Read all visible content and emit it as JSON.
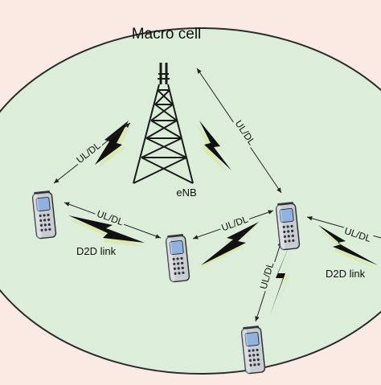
{
  "diagram": {
    "title": "Macro cell",
    "base_station_label": "eNB",
    "links": [
      {
        "label": "UL/DL"
      },
      {
        "label": "UL/DL"
      },
      {
        "label": "UL/DL"
      },
      {
        "label": "UL/DL"
      },
      {
        "label": "UL/DL"
      },
      {
        "label": "UL/DL"
      }
    ],
    "d2d_labels": [
      "D2D link",
      "D2D link"
    ],
    "colors": {
      "background": "#fbe9e4",
      "cell": "#dcedda",
      "cell_border": "#2b2b2b",
      "lightning": "#111111",
      "lightning_glow": "#d9e8a8",
      "phone_body": "#c9cdd2",
      "phone_screen": "#8fb3de"
    },
    "icons": [
      "tower-icon",
      "phone-icon",
      "lightning-icon"
    ]
  }
}
